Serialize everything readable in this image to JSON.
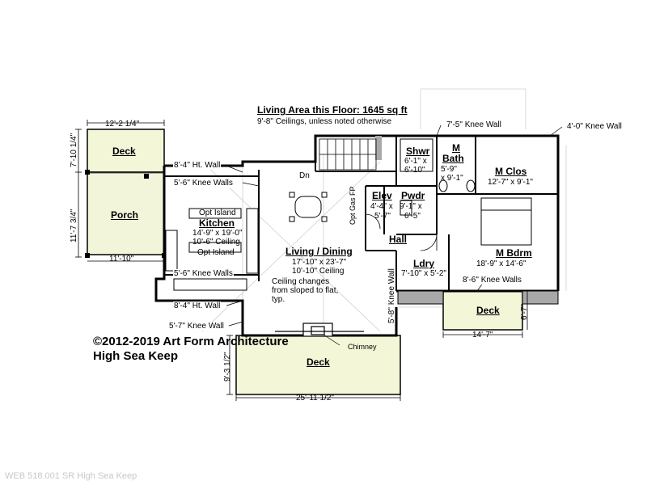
{
  "summary": {
    "title": "Living Area this Floor: 1645 sq ft",
    "subtitle": "9'-8\" Ceilings, unless noted otherwise"
  },
  "rooms": {
    "porch_deck": "Deck",
    "porch": "Porch",
    "kitchen": {
      "name": "Kitchen",
      "dims": "14'-9\" x 19'-0\"",
      "ceiling": "10'-6\" Ceiling"
    },
    "opt_island_1": "Opt Island",
    "opt_island_2": "Opt Island",
    "living": {
      "name": "Living / Dining",
      "dims": "17'-10\" x 23'-7\"",
      "ceiling": "10'-10\" Ceiling"
    },
    "ceiling_note": "Ceiling changes from sloped to flat, typ.",
    "shower": {
      "name": "Shwr",
      "dims": "6'-1\" x 6'-10\""
    },
    "m_bath": {
      "name_line1": "M",
      "name_line2": "Bath",
      "dims_line1": "5'-9\"",
      "dims_line2": "x 9'-1\""
    },
    "m_closet": {
      "name": "M Clos",
      "dims": "12'-7\" x 9'-1\""
    },
    "elevator": {
      "name": "Elev",
      "dims_line1": "4'-4\" x",
      "dims_line2": "5'-7\""
    },
    "powder": {
      "name": "Pwdr",
      "dims_line1": "9'-1\" x",
      "dims_line2": "6'-5\""
    },
    "hall": "Hall",
    "laundry": {
      "name": "Ldry",
      "dims": "7'-10\" x 5'-2\""
    },
    "m_bedroom": {
      "name": "M Bdrm",
      "dims": "18'-9\" x 14'-6\""
    },
    "bedroom_deck": "Deck",
    "main_deck": "Deck",
    "chimney": "Chimney",
    "gas_fp": "Opt Gas FP",
    "down": "Dn"
  },
  "dimensions": {
    "porch_width": "12'-2 1/4\"",
    "porch_deck_depth": "7'-10 1/4\"",
    "porch_depth": "11'-7 3/4\"",
    "porch_inner": "11'-10\"",
    "main_deck_depth": "9'-3 1/2\"",
    "main_deck_width": "25'-11 1/2\"",
    "bedroom_deck_width": "14'-7\"",
    "bedroom_deck_depth": "6'-7\""
  },
  "walls": {
    "ht_wall_top": "8'-4\" Ht. Wall",
    "knee_top": "5'-6\" Knee Walls",
    "knee_kitchen_bottom": "5'-6\" Knee Walls",
    "ht_wall_bottom": "8'-4\" Ht. Wall",
    "knee_5_7": "5'-7\" Knee Wall",
    "knee_7_5": "7'-5\" Knee Wall",
    "knee_4_0": "4'-0\" Knee Wall",
    "knee_8_6": "8'-6\" Knee Walls",
    "knee_5_8": "5'-8\" Knee Wall"
  },
  "copyright": {
    "line1": "©2012-2019 Art Form Architecture",
    "line2": "High Sea Keep"
  },
  "watermark": "WEB 518.001 SR High Sea Keep",
  "colors": {
    "deck_fill": "#f4f6d8",
    "porch_fill": "#f2f5d9",
    "wall": "#000000",
    "gray_wall": "#a8a8a8",
    "guide": "#c8c8c8"
  }
}
